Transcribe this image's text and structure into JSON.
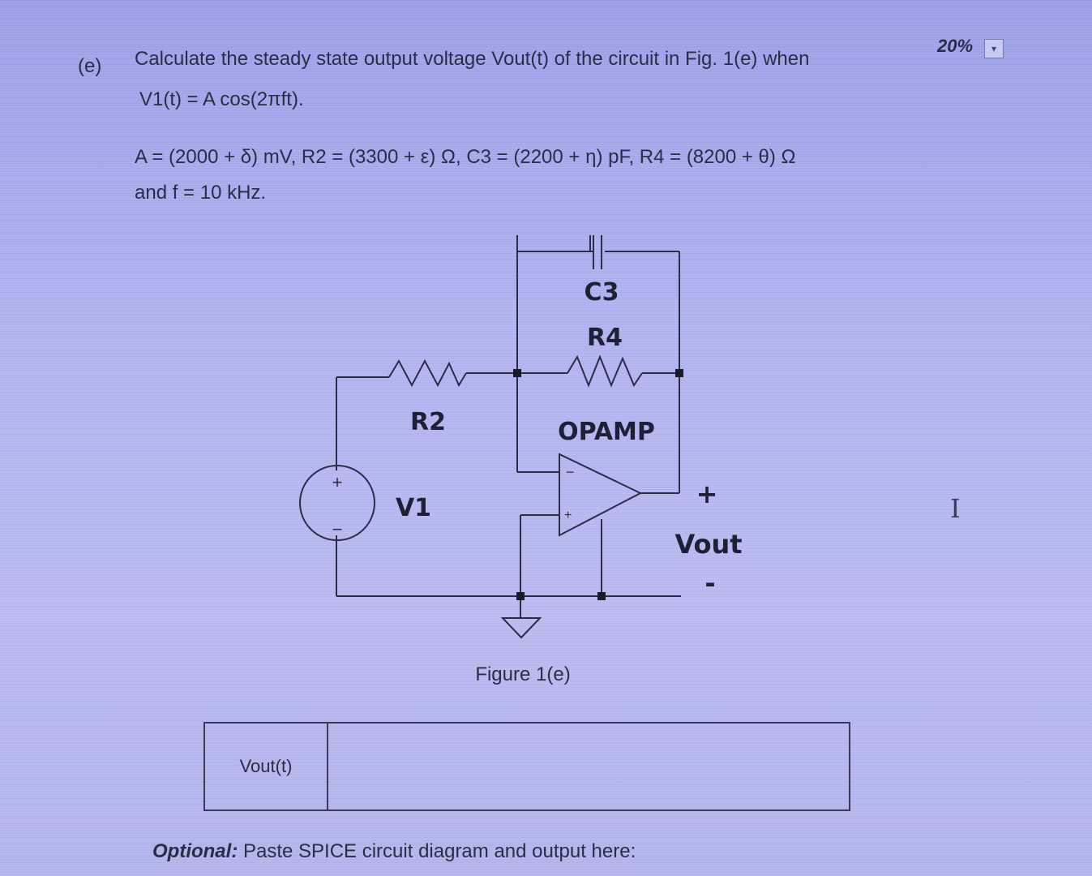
{
  "question": {
    "label": "(e)",
    "line1": "Calculate the steady state output voltage Vout(t) of the circuit in Fig. 1(e) when",
    "line2": "V1(t) = A cos(2πft).",
    "params_line1": "A = (2000 + δ) mV, R2 = (3300 + ε) Ω, C3 = (2200 + η) pF, R4 = (8200 + θ) Ω",
    "params_line2": "and f = 10 kHz.",
    "weight": "20%",
    "weight_dropdown_icon": "▾"
  },
  "circuit": {
    "c3_label": "C3",
    "r4_label": "R4",
    "r2_label": "R2",
    "opamp_label": "OPAMP",
    "v1_label": "V1",
    "out_plus": "+",
    "out_label": "Vout",
    "out_minus": "-",
    "src_plus": "+",
    "src_minus": "−",
    "opamp_minus": "−",
    "opamp_plus": "+",
    "caption": "Figure 1(e)"
  },
  "answer": {
    "label": "Vout(t)",
    "value": ""
  },
  "optional": {
    "bold": "Optional:",
    "text": " Paste SPICE circuit diagram and output here:"
  },
  "cursor_glyph": "I",
  "colors": {
    "background": "#aeb0ec",
    "ink": "#2c2c48",
    "node": "#1a1a2a"
  }
}
